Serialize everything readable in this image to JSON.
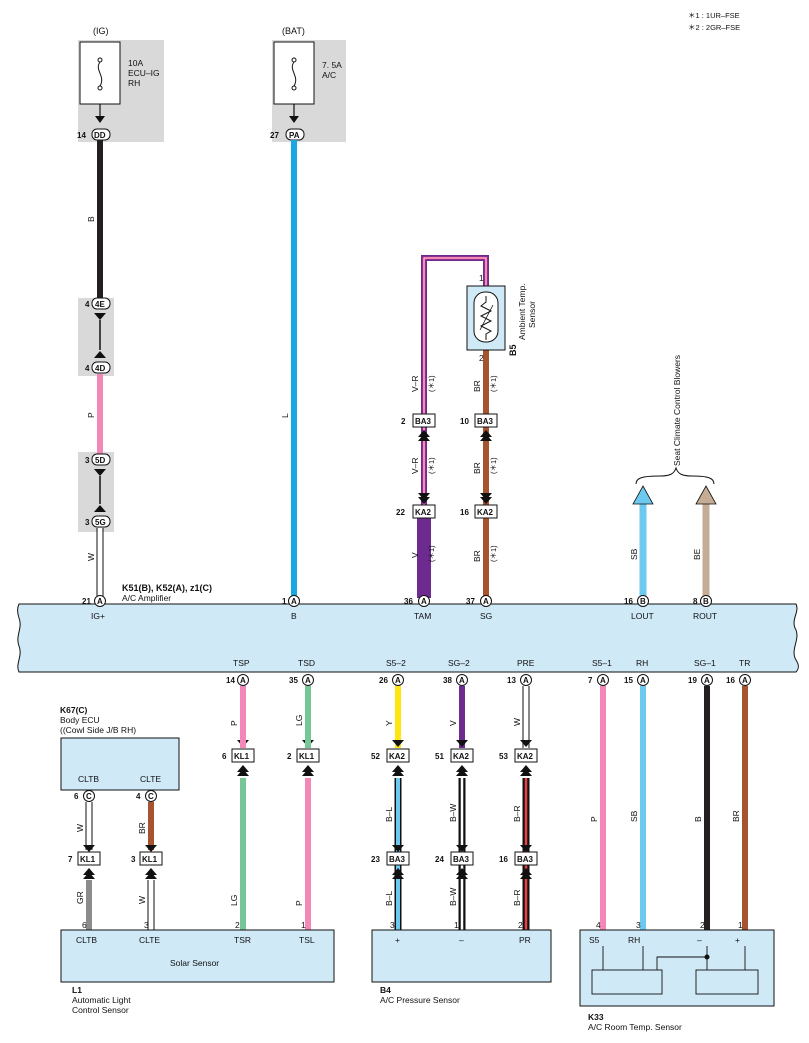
{
  "notes": [
    "＊1 : 1UR–FSE",
    "＊2 : 2GR–FSE"
  ],
  "fuses": {
    "ig": {
      "source": "(IG)",
      "rating": "10A",
      "name1": "ECU–IG",
      "name2": "RH",
      "pin": "14",
      "conn": "DD"
    },
    "bat": {
      "source": "(BAT)",
      "rating": "7. 5A",
      "name1": "A/C",
      "pin": "27",
      "conn": "PA"
    }
  },
  "junctions": [
    {
      "pin": "4",
      "conn": "4E"
    },
    {
      "pin": "4",
      "conn": "4D"
    },
    {
      "pin": "3",
      "conn": "5D"
    },
    {
      "pin": "3",
      "conn": "5G"
    }
  ],
  "wires_top": {
    "ig1": "B",
    "ig2": "P",
    "ig3": "W",
    "bat": "L"
  },
  "ambient": {
    "code": "B5",
    "name1": "Ambient Temp.",
    "name2": "Sensor",
    "pin_top": "1",
    "pin_bottom": "2"
  },
  "tam_chain": {
    "w1": "V–R",
    "w2": "V–R",
    "w3": "V",
    "note": "(＊1)",
    "c1": {
      "pin": "2",
      "conn": "BA3"
    },
    "c2": {
      "pin": "22",
      "conn": "KA2"
    }
  },
  "sg_chain": {
    "w1": "BR",
    "w2": "BR",
    "w3": "BR",
    "note": "(＊1)",
    "c1": {
      "pin": "10",
      "conn": "BA3"
    },
    "c2": {
      "pin": "16",
      "conn": "KA2"
    }
  },
  "seat_blowers": "Seat Climate Control Blowers",
  "lout_wire": "SB",
  "rout_wire": "BE",
  "amplifier": {
    "title": "K51(B), K52(A), z1(C)",
    "subtitle": "A/C Amplifier",
    "top_pins": [
      {
        "num": "21",
        "conn": "A",
        "term": "IG+"
      },
      {
        "num": "1",
        "conn": "A",
        "term": "B"
      },
      {
        "num": "36",
        "conn": "A",
        "term": "TAM"
      },
      {
        "num": "37",
        "conn": "A",
        "term": "SG"
      },
      {
        "num": "16",
        "conn": "B",
        "term": "LOUT"
      },
      {
        "num": "8",
        "conn": "B",
        "term": "ROUT"
      }
    ],
    "bottom_pins": [
      {
        "term": "TSP",
        "num": "14",
        "conn": "A"
      },
      {
        "term": "TSD",
        "num": "35",
        "conn": "A"
      },
      {
        "term": "S5–2",
        "num": "26",
        "conn": "A"
      },
      {
        "term": "SG–2",
        "num": "38",
        "conn": "A"
      },
      {
        "term": "PRE",
        "num": "13",
        "conn": "A"
      },
      {
        "term": "S5–1",
        "num": "7",
        "conn": "A"
      },
      {
        "term": "RH",
        "num": "15",
        "conn": "A"
      },
      {
        "term": "SG–1",
        "num": "19",
        "conn": "A"
      },
      {
        "term": "TR",
        "num": "16",
        "conn": "A"
      }
    ]
  },
  "body_ecu": {
    "code": "K67(C)",
    "name1": "Body ECU",
    "name2": "((Cowl Side J/B RH)",
    "t1": "CLTB",
    "t2": "CLTE",
    "p1": {
      "num": "6",
      "conn": "C"
    },
    "p2": {
      "num": "4",
      "conn": "C"
    }
  },
  "lower_wires": {
    "cltb_up": "W",
    "clte_up": "BR",
    "cltb_low": "GR",
    "clte_low": "W",
    "tsp_up": "P",
    "tsd_up": "LG",
    "tsr": "LG",
    "tsl": "P",
    "s52_up": "Y",
    "sg2_up": "V",
    "pre_up": "W",
    "s52_low": "B–L",
    "sg2_low": "B–W",
    "pre_low": "B–R",
    "s52_mid": "B–L",
    "sg2_mid": "B–W",
    "pre_mid": "B–R",
    "s51": "P",
    "rh": "SB",
    "sg1": "B",
    "tr": "BR"
  },
  "kl1_conns": [
    {
      "pin": "7",
      "conn": "KL1"
    },
    {
      "pin": "3",
      "conn": "KL1"
    },
    {
      "pin": "6",
      "conn": "KL1"
    },
    {
      "pin": "2",
      "conn": "KL1"
    }
  ],
  "ka2_conns": [
    {
      "pin": "52",
      "conn": "KA2"
    },
    {
      "pin": "51",
      "conn": "KA2"
    },
    {
      "pin": "53",
      "conn": "KA2"
    }
  ],
  "ba3_conns": [
    {
      "pin": "23",
      "conn": "BA3"
    },
    {
      "pin": "24",
      "conn": "BA3"
    },
    {
      "pin": "16",
      "conn": "BA3"
    }
  ],
  "solar": {
    "name": "Solar Sensor",
    "code": "L1",
    "desc1": "Automatic Light",
    "desc2": "Control Sensor",
    "terms": [
      "CLTB",
      "CLTE",
      "TSR",
      "TSL"
    ],
    "pins": [
      "6",
      "3",
      "2",
      "1"
    ]
  },
  "pressure": {
    "code": "B4",
    "name": "A/C Pressure Sensor",
    "terms": [
      "+",
      "–",
      "PR"
    ],
    "pins": [
      "3",
      "1",
      "2"
    ]
  },
  "room": {
    "code": "K33",
    "name": "A/C Room Temp.  Sensor",
    "terms": [
      "S5",
      "RH",
      "–",
      "+"
    ],
    "pins": [
      "4",
      "3",
      "2",
      "1"
    ]
  },
  "colors": {
    "black": "#231f20",
    "pink": "#f287b8",
    "sky": "#1aa8e0",
    "purple": "#6d2a8f",
    "brown": "#a65430",
    "lightblue": "#6ec9ee",
    "beige": "#c4ac95",
    "green": "#77c796",
    "yellow": "#ffe512",
    "gray": "#8b8b8b",
    "fill": "#cfe9f7",
    "shade": "#d9d9d9"
  }
}
